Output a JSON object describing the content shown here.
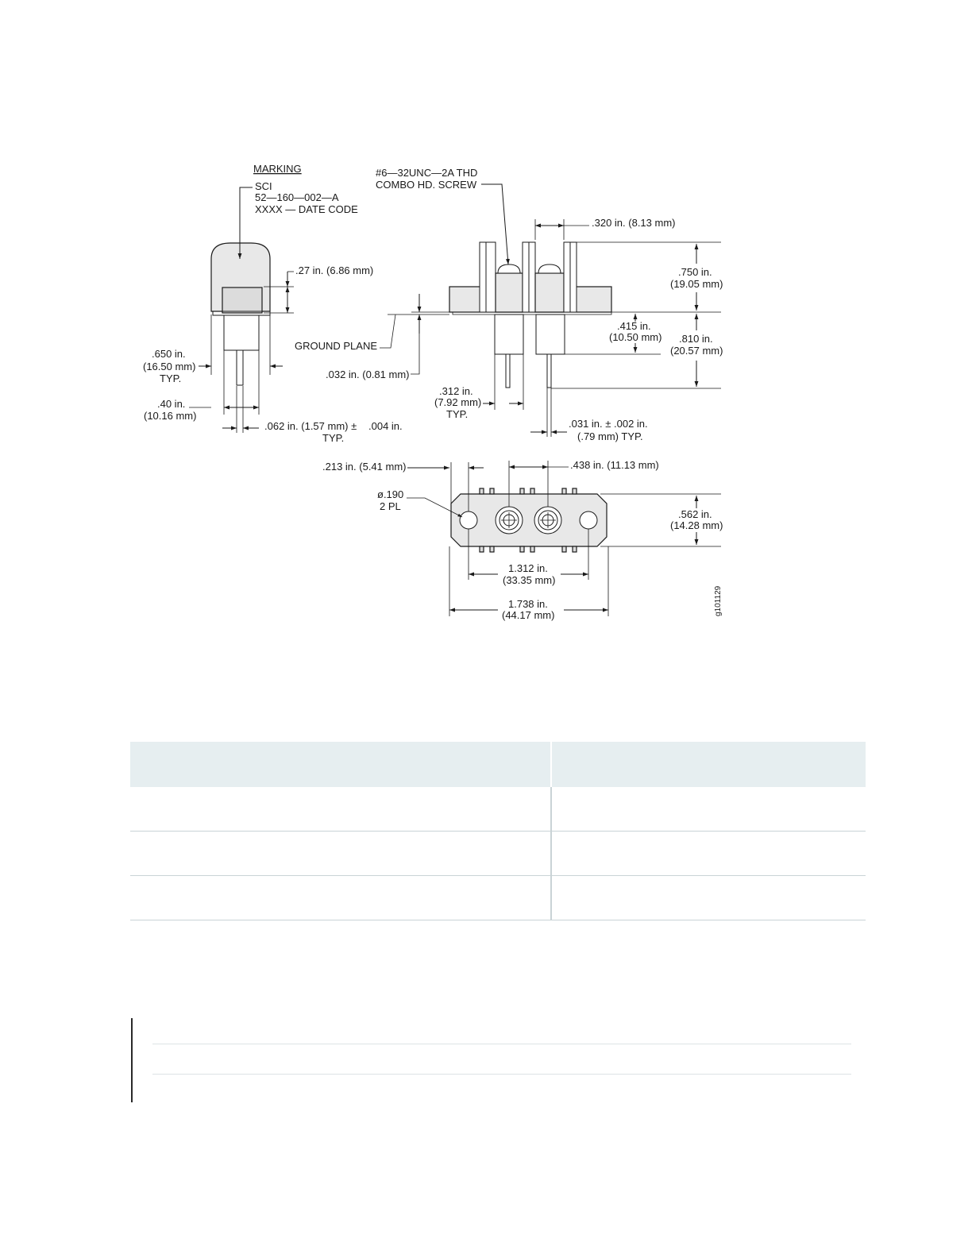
{
  "drawing": {
    "figure_id": "g101129",
    "marking": {
      "title": "MARKING",
      "line1": "SCI",
      "line2": "52—160—002—A",
      "line3": "XXXX — DATE CODE"
    },
    "screw": {
      "line1": "#6—32UNC—2A  THD",
      "line2": "COMBO HD. SCREW"
    },
    "ground_plane": "GROUND PLANE",
    "dimensions": {
      "d320": ".320 in. (8.13 mm)",
      "d750_a": ".750 in.",
      "d750_b": "(19.05 mm)",
      "d27": ".27 in. (6.86 mm)",
      "d415_a": ".415 in.",
      "d415_b": "(10.50 mm)",
      "d810_a": ".810 in.",
      "d810_b": "(20.57 mm)",
      "d650_a": ".650 in.",
      "d650_b": "(16.50 mm)",
      "d650_c": "TYP.",
      "d032": ".032 in. (0.81 mm)",
      "d312_a": ".312 in.",
      "d312_b": "(7.92 mm)",
      "d312_c": "TYP.",
      "d40_a": ".40 in.",
      "d40_b": "(10.16 mm)",
      "d062_a": ".062 in. (1.57 mm) ±",
      "d062_b": ".004 in.",
      "d062_c": "TYP.",
      "d031_a": ".031 in. ± .002 in.",
      "d031_b": "(.79 mm) TYP.",
      "d213": ".213 in. (5.41 mm)",
      "d438": ".438 in. (11.13 mm)",
      "d190_a": "ø.190",
      "d190_b": "2 PL",
      "d562_a": ".562 in.",
      "d562_b": "(14.28 mm)",
      "d1312_a": "1.312 in.",
      "d1312_b": "(33.35 mm)",
      "d1738_a": "1.738 in.",
      "d1738_b": "(44.17 mm)"
    }
  },
  "table": {
    "rows": 3
  }
}
